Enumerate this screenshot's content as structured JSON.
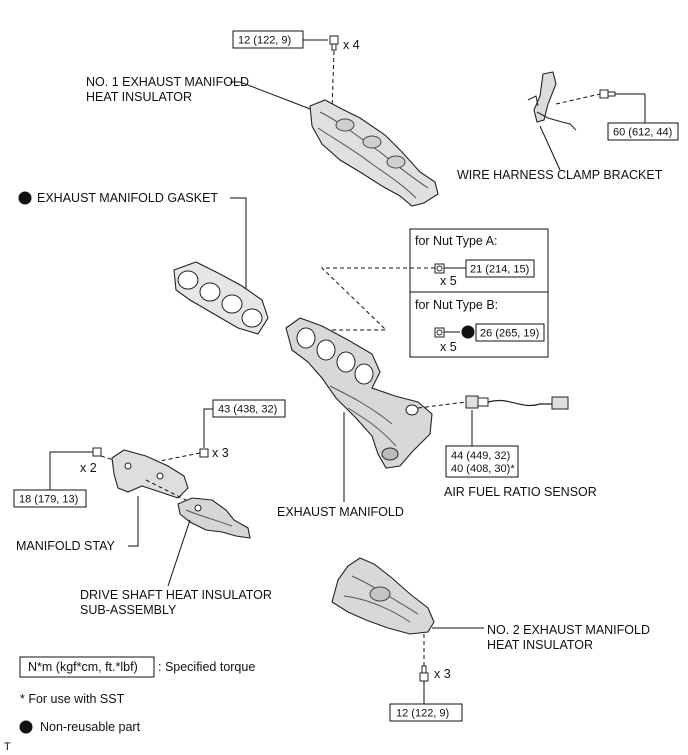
{
  "labels": {
    "no1_insulator_line1": "NO. 1 EXHAUST MANIFOLD",
    "no1_insulator_line2": "HEAT INSULATOR",
    "wire_harness_bracket": "WIRE HARNESS CLAMP BRACKET",
    "gasket": "EXHAUST MANIFOLD GASKET",
    "nut_type_a": "for Nut Type A:",
    "nut_type_b": "for Nut Type B:",
    "exhaust_manifold": "EXHAUST MANIFOLD",
    "af_sensor": "AIR FUEL RATIO SENSOR",
    "manifold_stay": "MANIFOLD STAY",
    "drive_shaft_line1": "DRIVE SHAFT HEAT INSULATOR",
    "drive_shaft_line2": "SUB-ASSEMBLY",
    "no2_insulator_line1": "NO. 2 EXHAUST MANIFOLD",
    "no2_insulator_line2": "HEAT INSULATOR",
    "figure_code": "T"
  },
  "torques": {
    "top_bolts": "12 (122, 9)",
    "bracket_bolt": "60 (612, 44)",
    "nut_a": "21 (214, 15)",
    "nut_b": "26 (265, 19)",
    "stay_bolts": "43 (438, 32)",
    "stay_bolt_small": "18 (179, 13)",
    "sensor_1": "44 (449, 32)",
    "sensor_2": "40 (408, 30)*",
    "bottom_bolts": "12 (122, 9)"
  },
  "quantities": {
    "top": "x 4",
    "nut_a": "x 5",
    "nut_b": "x 5",
    "stay_bolts": "x 3",
    "stay_small": "x 2",
    "bottom": "x 3"
  },
  "legend": {
    "torque_format": "N*m (kgf*cm, ft.*lbf)",
    "torque_desc": ": Specified torque",
    "sst_note": "* For use with SST",
    "non_reusable": "Non-reusable part"
  }
}
